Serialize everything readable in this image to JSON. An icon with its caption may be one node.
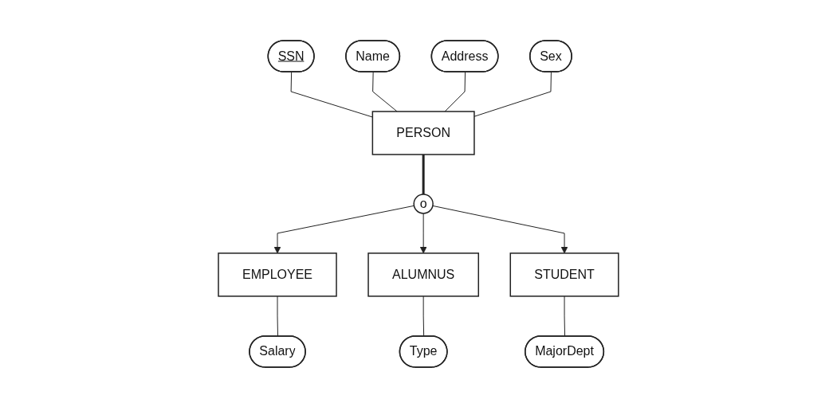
{
  "diagram": {
    "nodes": [
      {
        "text": [
          "SSN"
        ]
      },
      {
        "text": [
          "PERSON"
        ]
      },
      {
        "text": [
          "Name"
        ]
      },
      {
        "text": [
          "Address"
        ]
      },
      {
        "text": [
          "Sex"
        ]
      },
      {
        "text": [
          "o"
        ]
      },
      {
        "text": [
          "EMPLOYEE"
        ]
      },
      {
        "text": [
          "ALUMNUS"
        ]
      },
      {
        "text": [
          "STUDENT"
        ]
      },
      {
        "text": [
          "Salary"
        ]
      },
      {
        "text": [
          "Type"
        ]
      },
      {
        "text": [
          "MajorDept"
        ]
      }
    ],
    "edges": [
      {
        "from": 0,
        "to": 1,
        "arrow": "none"
      },
      {
        "from": 2,
        "to": 1,
        "arrow": "none"
      },
      {
        "from": 3,
        "to": 1,
        "arrow": "none"
      },
      {
        "from": 4,
        "to": 1,
        "arrow": "none"
      },
      {
        "from": 1,
        "to": 5,
        "arrow": "none",
        "style": "thick"
      },
      {
        "from": 5,
        "to": 6,
        "arrow": "to"
      },
      {
        "from": 5,
        "to": 7,
        "arrow": "to"
      },
      {
        "from": 5,
        "to": 8,
        "arrow": "to"
      },
      {
        "from": 6,
        "to": 9,
        "arrow": "none"
      },
      {
        "from": 7,
        "to": 10,
        "arrow": "none"
      },
      {
        "from": 8,
        "to": 11,
        "arrow": "none"
      }
    ]
  }
}
